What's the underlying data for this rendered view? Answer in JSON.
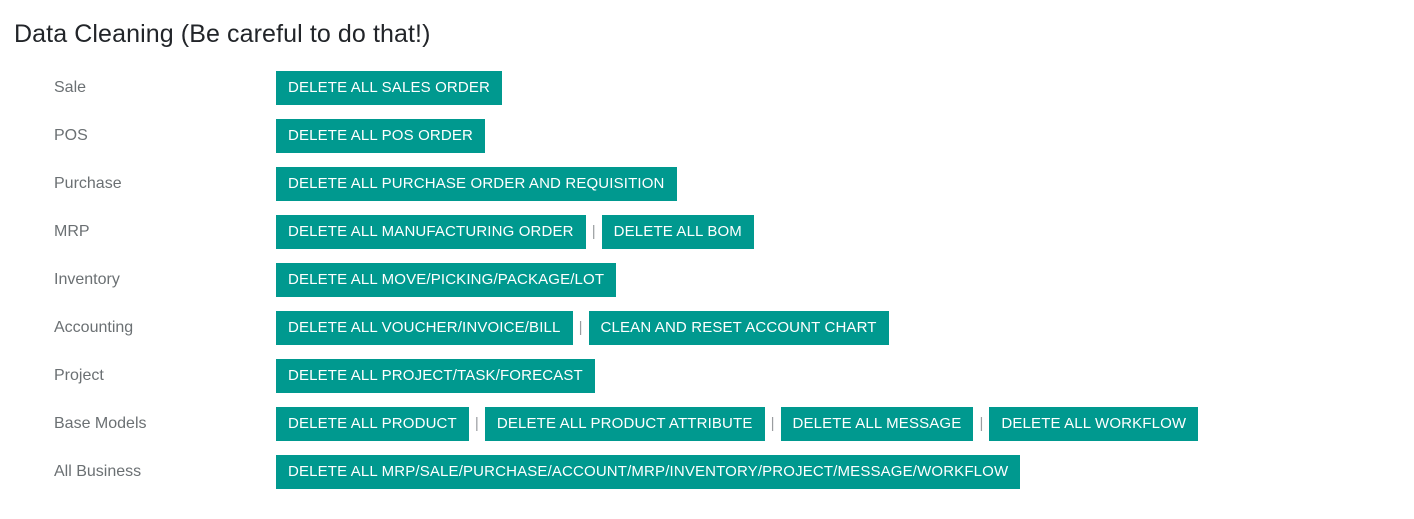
{
  "page": {
    "title": "Data Cleaning (Be careful to do that!)",
    "accent_color": "#00998f",
    "label_color": "#6b7073",
    "title_color": "#222529",
    "background_color": "#ffffff",
    "separator_glyph": "|"
  },
  "rows": [
    {
      "label": "Sale",
      "buttons": [
        {
          "label": "DELETE ALL SALES ORDER"
        }
      ]
    },
    {
      "label": "POS",
      "buttons": [
        {
          "label": "DELETE ALL POS ORDER"
        }
      ]
    },
    {
      "label": "Purchase",
      "buttons": [
        {
          "label": "DELETE ALL PURCHASE ORDER AND REQUISITION"
        }
      ]
    },
    {
      "label": "MRP",
      "buttons": [
        {
          "label": "DELETE ALL MANUFACTURING ORDER"
        },
        {
          "label": "DELETE ALL BOM"
        }
      ]
    },
    {
      "label": "Inventory",
      "buttons": [
        {
          "label": "DELETE ALL MOVE/PICKING/PACKAGE/LOT"
        }
      ]
    },
    {
      "label": "Accounting",
      "buttons": [
        {
          "label": "DELETE ALL VOUCHER/INVOICE/BILL"
        },
        {
          "label": "CLEAN AND RESET ACCOUNT CHART"
        }
      ]
    },
    {
      "label": "Project",
      "buttons": [
        {
          "label": "DELETE ALL PROJECT/TASK/FORECAST"
        }
      ]
    },
    {
      "label": "Base Models",
      "buttons": [
        {
          "label": "DELETE ALL PRODUCT"
        },
        {
          "label": "DELETE ALL PRODUCT ATTRIBUTE"
        },
        {
          "label": "DELETE ALL MESSAGE"
        },
        {
          "label": "DELETE ALL WORKFLOW"
        }
      ]
    },
    {
      "label": "All Business",
      "buttons": [
        {
          "label": "DELETE ALL MRP/SALE/PURCHASE/ACCOUNT/MRP/INVENTORY/PROJECT/MESSAGE/WORKFLOW"
        }
      ]
    }
  ]
}
